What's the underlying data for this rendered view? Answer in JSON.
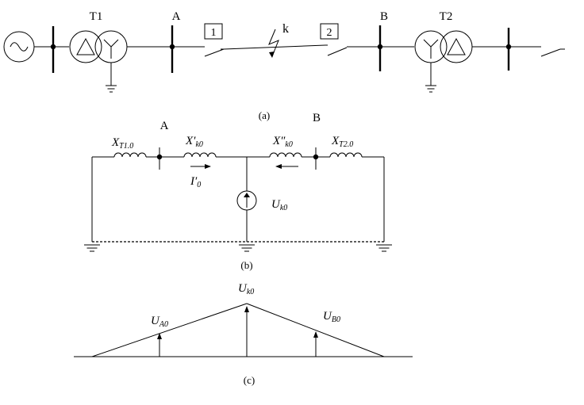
{
  "part_a": {
    "caption": "(a)",
    "transformer_1": "T1",
    "transformer_2": "T2",
    "bus_a": "A",
    "bus_b": "B",
    "fault_point": "k",
    "breaker_1": "1",
    "breaker_2": "2"
  },
  "part_b": {
    "caption": "(b)",
    "bus_a": "A",
    "bus_b": "B",
    "xt1": {
      "main": "X",
      "sub": "T1.0"
    },
    "xk_prime": {
      "main": "X′",
      "sub": "k0"
    },
    "xk_dprime": {
      "main": "X″",
      "sub": "k0"
    },
    "xt2": {
      "main": "X",
      "sub": "T2.0"
    },
    "current": {
      "main": "I′",
      "sub": "0"
    },
    "source": {
      "main": "U",
      "sub": "k0"
    }
  },
  "part_c": {
    "caption": "(c)",
    "uk0": {
      "main": "U",
      "sub": "k0"
    },
    "ua0": {
      "main": "U",
      "sub": "A0"
    },
    "ub0": {
      "main": "U",
      "sub": "B0"
    }
  }
}
